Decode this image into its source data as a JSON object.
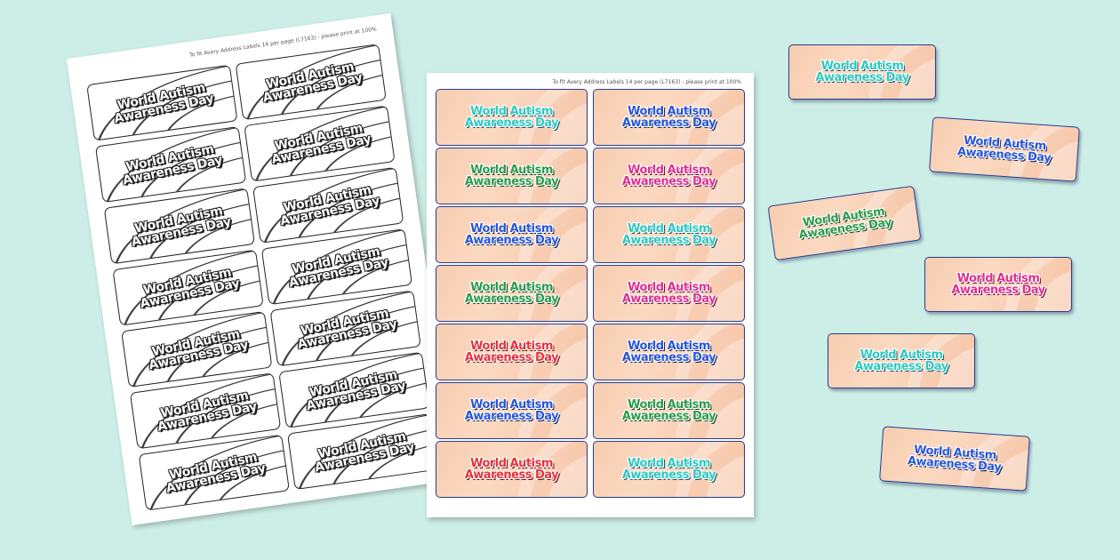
{
  "sheet_note": "To fit Avery Address Labels 14 per page (L7163) - please print at 100%",
  "label_line1": "World Autism",
  "label_line2": "Awareness Day",
  "colors": {
    "background": "#cdeee6",
    "label_border": "#283b8c",
    "label_fill": "#f7cdb0",
    "teal": "#2fc9c0",
    "blue": "#2a55d6",
    "green": "#2e9b4a",
    "pink": "#e0318f",
    "red": "#e8313b"
  },
  "bw_sheet": {
    "label_count": 14,
    "style": "outline"
  },
  "color_sheet": {
    "labels": [
      {
        "color": "teal"
      },
      {
        "color": "blue"
      },
      {
        "color": "green"
      },
      {
        "color": "pink"
      },
      {
        "color": "blue"
      },
      {
        "color": "teal"
      },
      {
        "color": "green"
      },
      {
        "color": "pink"
      },
      {
        "color": "red"
      },
      {
        "color": "blue"
      },
      {
        "color": "blue"
      },
      {
        "color": "green"
      },
      {
        "color": "red"
      },
      {
        "color": "teal"
      }
    ]
  },
  "loose_labels": [
    {
      "color": "teal"
    },
    {
      "color": "blue"
    },
    {
      "color": "green"
    },
    {
      "color": "pink"
    },
    {
      "color": "teal"
    },
    {
      "color": "blue"
    }
  ]
}
